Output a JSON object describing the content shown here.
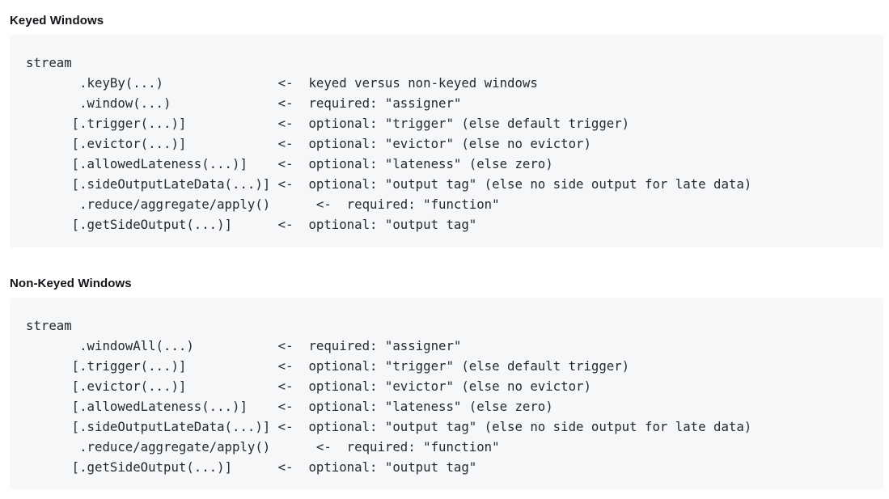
{
  "page": {
    "background_color": "#ffffff",
    "code_background_color": "#f6f7f9",
    "code_text_color": "#24292e",
    "heading_color": "#111418"
  },
  "sections": [
    {
      "heading": "Keyed Windows",
      "code": "stream\n       .keyBy(...)               <-  keyed versus non-keyed windows\n       .window(...)              <-  required: \"assigner\"\n      [.trigger(...)]            <-  optional: \"trigger\" (else default trigger)\n      [.evictor(...)]            <-  optional: \"evictor\" (else no evictor)\n      [.allowedLateness(...)]    <-  optional: \"lateness\" (else zero)\n      [.sideOutputLateData(...)] <-  optional: \"output tag\" (else no side output for late data)\n       .reduce/aggregate/apply()      <-  required: \"function\"\n      [.getSideOutput(...)]      <-  optional: \"output tag\""
    },
    {
      "heading": "Non-Keyed Windows",
      "code": "stream\n       .windowAll(...)           <-  required: \"assigner\"\n      [.trigger(...)]            <-  optional: \"trigger\" (else default trigger)\n      [.evictor(...)]            <-  optional: \"evictor\" (else no evictor)\n      [.allowedLateness(...)]    <-  optional: \"lateness\" (else zero)\n      [.sideOutputLateData(...)] <-  optional: \"output tag\" (else no side output for late data)\n       .reduce/aggregate/apply()      <-  required: \"function\"\n      [.getSideOutput(...)]      <-  optional: \"output tag\""
    }
  ]
}
